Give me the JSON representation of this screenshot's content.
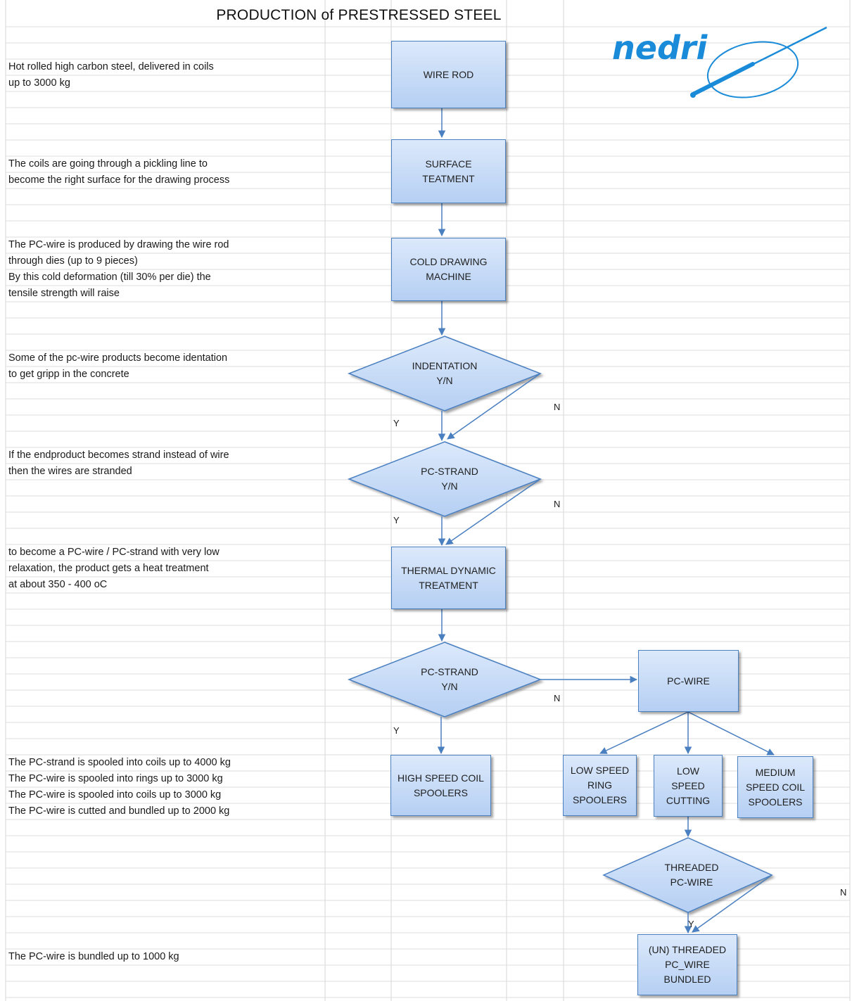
{
  "title": "PRODUCTION of PRESTRESSED STEEL",
  "logo": {
    "text": "nedri",
    "color": "#1a8bd8"
  },
  "colors": {
    "box_fill_top": "#dce9fb",
    "box_fill_bottom": "#b5cff3",
    "box_border": "#4a7fc0",
    "arrow": "#4a7fc0"
  },
  "notes": {
    "wire_rod": "Hot rolled high carbon steel, delivered in coils\nup to 3000 kg",
    "surface": "The coils are going through a pickling line to\nbecome the right surface for the drawing process",
    "drawing": "The PC-wire is produced by drawing the wire rod\nthrough dies (up to 9 pieces)\nBy this cold deformation (till 30% per die) the\ntensile strength will raise",
    "indentation": "Some of the pc-wire products become identation\nto get gripp in the concrete",
    "strand": "If the endproduct becomes strand instead of wire\nthen the wires are stranded",
    "thermal": "to become a PC-wire / PC-strand with very low\nrelaxation, the product gets a heat treatment\nat about 350 - 400 oC",
    "spooling": "The PC-strand is spooled into coils up to 4000 kg\nThe PC-wire is spooled into rings up to 3000 kg\nThe PC-wire is spooled into coils up to 3000 kg\nThe PC-wire is cutted and bundled up to 2000 kg",
    "bundled": "The PC-wire is bundled up to 1000 kg"
  },
  "nodes": {
    "wire_rod": "WIRE ROD",
    "surface": "SURFACE\nTEATMENT",
    "drawing": "COLD DRAWING\nMACHINE",
    "indentation": "INDENTATION\nY/N",
    "strand1": "PC-STRAND\nY/N",
    "thermal": "THERMAL DYNAMIC\nTREATMENT",
    "strand2": "PC-STRAND\nY/N",
    "pc_wire": "PC-WIRE",
    "high_speed": "HIGH SPEED COIL\nSPOOLERS",
    "low_ring": "LOW SPEED\nRING\nSPOOLERS",
    "low_cut": "LOW\nSPEED\nCUTTING",
    "medium": "MEDIUM\nSPEED COIL\nSPOOLERS",
    "threaded": "THREADED\nPC-WIRE",
    "bundled": "(UN) THREADED\nPC_WIRE\nBUNDLED"
  },
  "flags": {
    "yes": "Y",
    "no": "N"
  }
}
